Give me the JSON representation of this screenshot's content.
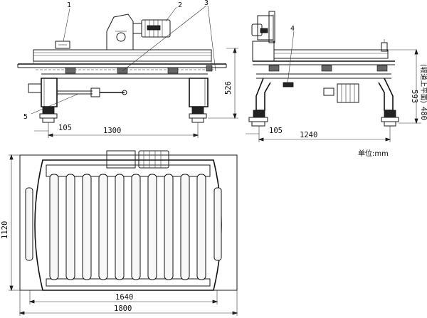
{
  "callouts": [
    "1",
    "2",
    "3",
    "4",
    "5"
  ],
  "dimensions": {
    "front_offset": "105",
    "front_span": "1300",
    "front_height": "526",
    "side_offset": "105",
    "side_span": "1240",
    "side_height_total": "593",
    "side_height_roller": "480",
    "side_height_note": "(辊道上平面)",
    "plan_width_inner": "1640",
    "plan_width_outer": "1800",
    "plan_depth": "1120"
  },
  "unit_label": "单位:mm",
  "motor_nameplate": "",
  "roller_count": 10
}
